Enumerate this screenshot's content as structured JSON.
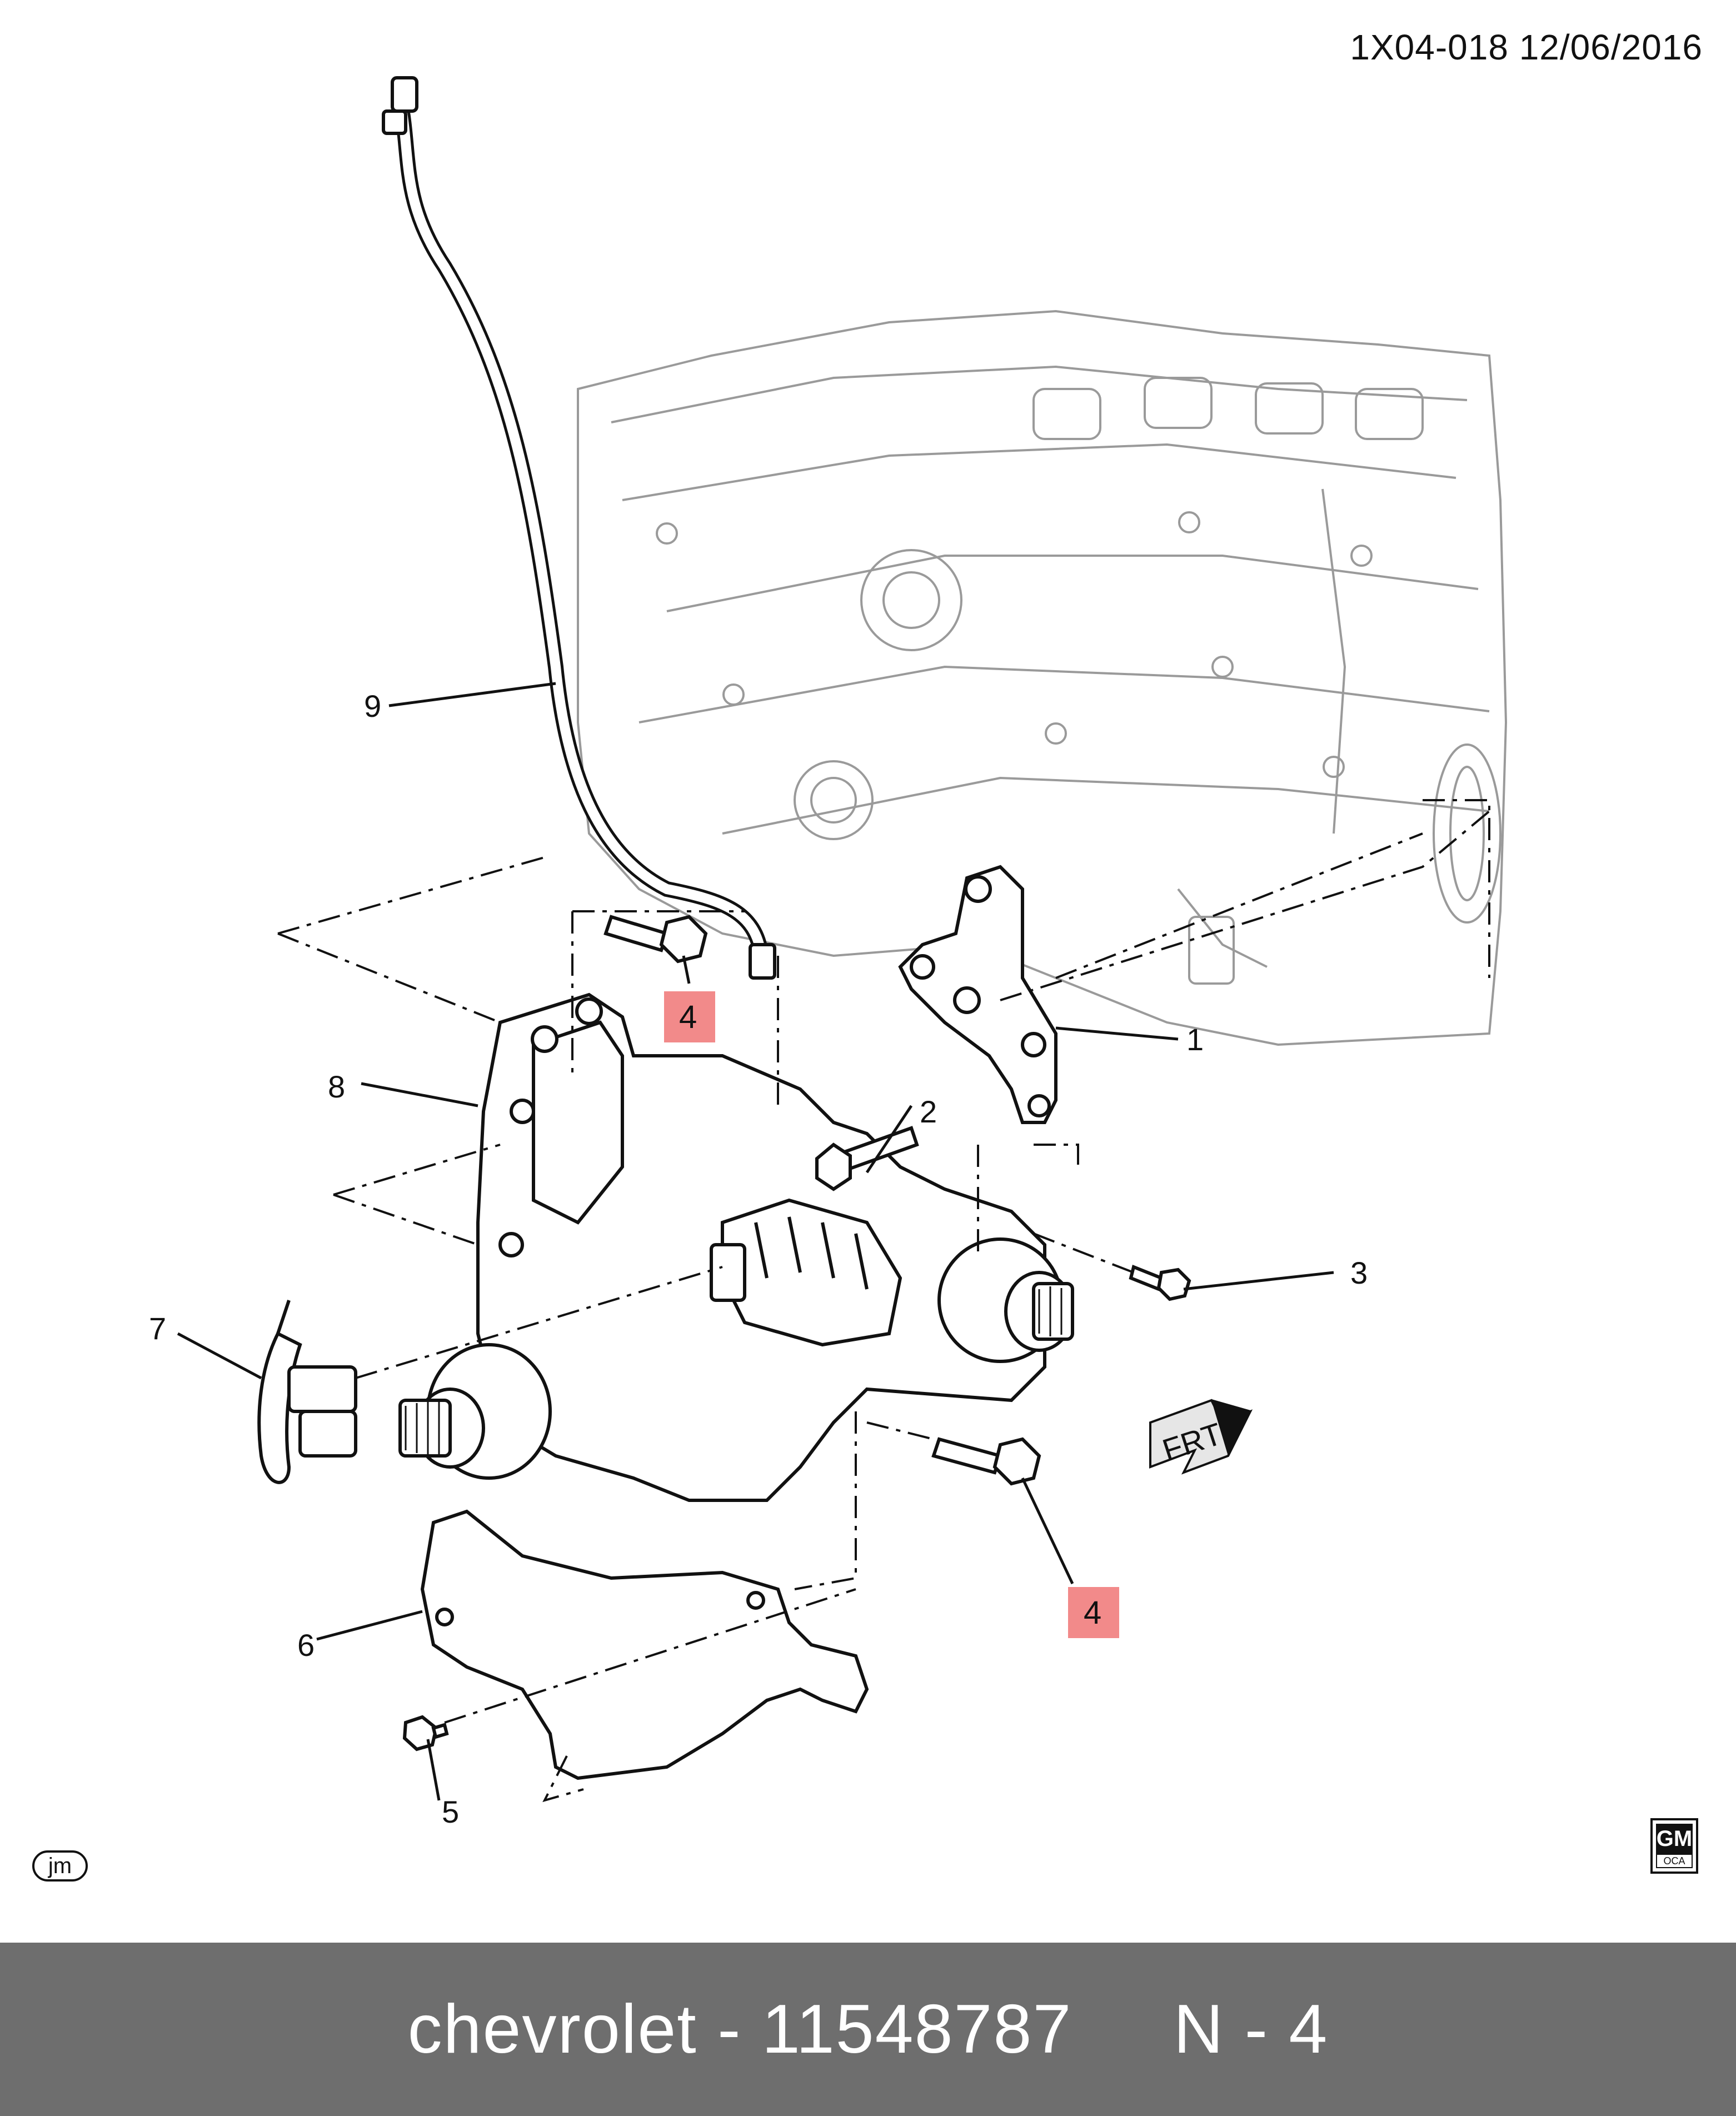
{
  "header": {
    "doc_code": "1X04-018  12/06/2016"
  },
  "callouts": [
    {
      "id": "1",
      "label": "1"
    },
    {
      "id": "2",
      "label": "2"
    },
    {
      "id": "3",
      "label": "3"
    },
    {
      "id": "4a",
      "label": "4",
      "highlighted": true
    },
    {
      "id": "4b",
      "label": "4",
      "highlighted": true
    },
    {
      "id": "5",
      "label": "5"
    },
    {
      "id": "6",
      "label": "6"
    },
    {
      "id": "7",
      "label": "7"
    },
    {
      "id": "8",
      "label": "8"
    },
    {
      "id": "9",
      "label": "9"
    }
  ],
  "orientation_marker": {
    "label": "FRT"
  },
  "artist_badge": {
    "label": "jm"
  },
  "logo": {
    "top": "GM",
    "bottom": "OCA"
  },
  "footer": {
    "text": "chevrolet - 11548787     N - 4",
    "background_color": "#6e6e6e",
    "text_color": "#ffffff"
  },
  "colors": {
    "highlight": "#f28a8a",
    "line": "#111111",
    "engine_line": "#9a9a9a"
  }
}
